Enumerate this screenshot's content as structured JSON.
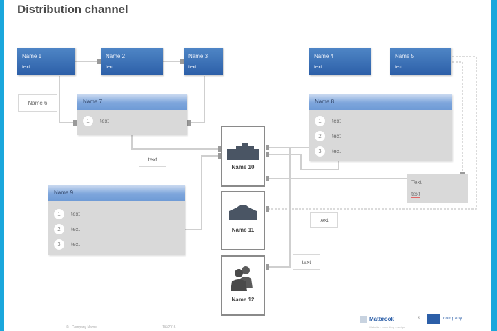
{
  "title": "Distribution channel",
  "top_boxes": [
    {
      "name": "Name 1",
      "text": "text"
    },
    {
      "name": "Name 2",
      "text": "text"
    },
    {
      "name": "Name 3",
      "text": "text"
    },
    {
      "name": "Name 4",
      "text": "text"
    },
    {
      "name": "Name 5",
      "text": "text"
    }
  ],
  "name6_label": "Name 6",
  "panel7": {
    "title": "Name 7",
    "items": [
      {
        "num": "1",
        "text": "text"
      }
    ]
  },
  "panel8": {
    "title": "Name 8",
    "items": [
      {
        "num": "1",
        "text": "text"
      },
      {
        "num": "2",
        "text": "text"
      },
      {
        "num": "3",
        "text": "text"
      }
    ]
  },
  "panel9": {
    "title": "Name 9",
    "items": [
      {
        "num": "1",
        "text": "text"
      },
      {
        "num": "2",
        "text": "text"
      },
      {
        "num": "3",
        "text": "text"
      }
    ]
  },
  "hubs": [
    {
      "name": "Name 10",
      "icon": "factory-icon"
    },
    {
      "name": "Name 11",
      "icon": "warehouse-icon"
    },
    {
      "name": "Name 12",
      "icon": "people-icon"
    }
  ],
  "connector_labels": [
    "text",
    "text",
    "text"
  ],
  "note": {
    "line1": "Text",
    "line2": "text"
  },
  "footer": {
    "left": "© | Company Name",
    "date": "1/6/2016"
  },
  "logos": {
    "brand1": "Matbrook",
    "separator": "&",
    "brand2": "company",
    "sub": "Website · consulting · design"
  }
}
